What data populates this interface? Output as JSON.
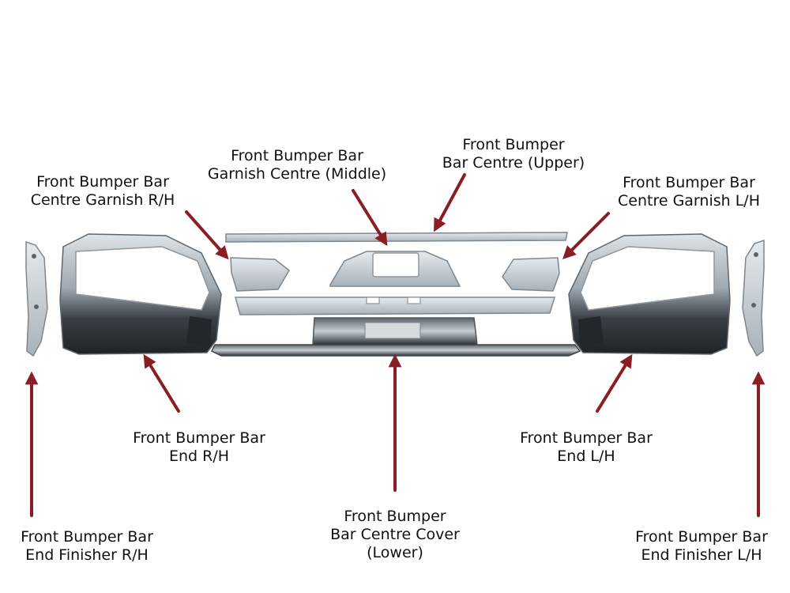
{
  "colors": {
    "arrow": "#8b1e24",
    "part_light": "#c9d0d5",
    "part_mid": "#9aa5ad",
    "part_dark": "#2f3439",
    "chrome_edge": "#6f7980"
  },
  "labels": {
    "garnish_middle": {
      "line1": "Front Bumper Bar",
      "line2": "Garnish Centre (Middle)"
    },
    "centre_upper": {
      "line1": "Front Bumper",
      "line2": "Bar Centre (Upper)"
    },
    "garnish_rh": {
      "line1": "Front Bumper Bar",
      "line2": "Centre Garnish R/H"
    },
    "garnish_lh": {
      "line1": "Front Bumper Bar",
      "line2": "Centre Garnish L/H"
    },
    "end_rh": {
      "line1": "Front Bumper Bar",
      "line2": "End R/H"
    },
    "end_lh": {
      "line1": "Front Bumper Bar",
      "line2": "End L/H"
    },
    "centre_cover_lower": {
      "line1": "Front Bumper",
      "line2": "Bar Centre Cover",
      "line3": "(Lower)"
    },
    "finisher_rh": {
      "line1": "Front Bumper Bar",
      "line2": "End Finisher R/H"
    },
    "finisher_lh": {
      "line1": "Front Bumper Bar",
      "line2": "End Finisher L/H"
    }
  },
  "icons": {
    "arrow": "arrow-icon"
  }
}
